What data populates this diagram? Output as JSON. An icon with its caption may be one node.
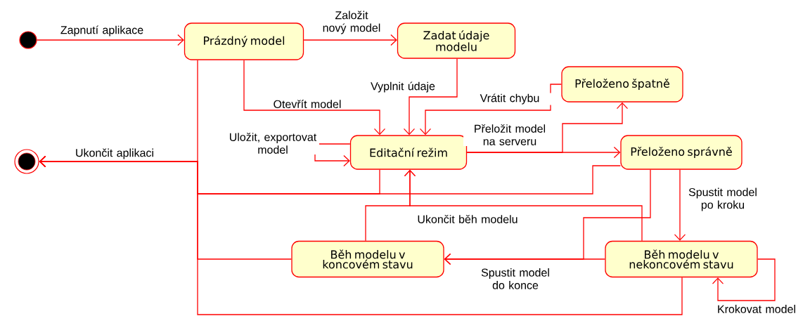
{
  "diagram": {
    "nodes": [
      {
        "text": [],
        "shape": "circle"
      },
      {
        "text": [
          "Prázdný model"
        ]
      },
      {
        "text": [
          "Zadat údaje modelu"
        ]
      },
      {
        "text": [
          "Přeloženo špatně"
        ]
      },
      {
        "text": [
          "Editační režim"
        ]
      },
      {
        "text": [
          "Přeloženo správně"
        ]
      },
      {
        "text": [
          "Běh modelu v koncovém stavu"
        ]
      },
      {
        "text": [
          "Běh modelu v nekoncovém stavu"
        ]
      },
      {
        "text": [],
        "shape": "bullseye"
      }
    ],
    "edges": [
      {
        "from": 0,
        "to": 1,
        "arrow": "to",
        "label": "Zapnutí aplikace"
      },
      {
        "from": 1,
        "to": 2,
        "arrow": "to",
        "label": "Založit nový model"
      },
      {
        "from": 1,
        "to": 4,
        "arrow": "to",
        "label": "Otevřít model"
      },
      {
        "from": 2,
        "to": 4,
        "arrow": "to",
        "label": "Vyplnit údaje"
      },
      {
        "from": 3,
        "to": 4,
        "arrow": "to",
        "label": "Vrátit chybu"
      },
      {
        "from": 4,
        "to": 4,
        "arrow": "to",
        "label": "Uložit, exportovat model"
      },
      {
        "from": 4,
        "to": 3,
        "arrow": "to"
      },
      {
        "from": 4,
        "to": 5,
        "arrow": "to",
        "label": "Přeložit model na serveru"
      },
      {
        "from": 5,
        "to": 7,
        "arrow": "to",
        "label": "Spustit model po kroku"
      },
      {
        "from": 5,
        "to": 6,
        "arrow": "to",
        "label": "Spustit model do konce"
      },
      {
        "from": 7,
        "to": 6,
        "arrow": "to"
      },
      {
        "from": 6,
        "to": 4,
        "arrow": "to",
        "label": "Ukončit běh modelu"
      },
      {
        "from": 7,
        "to": 4,
        "arrow": "to"
      },
      {
        "from": 1,
        "to": 8,
        "arrow": "to",
        "label": "Ukončit aplikaci"
      },
      {
        "from": 4,
        "to": 8,
        "arrow": "to"
      },
      {
        "from": 5,
        "to": 8,
        "arrow": "to"
      },
      {
        "from": 6,
        "to": 8,
        "arrow": "to"
      },
      {
        "from": 7,
        "to": 8,
        "arrow": "to"
      },
      {
        "from": 7,
        "to": 7,
        "arrow": "to",
        "label": "Krokovat model"
      }
    ]
  }
}
